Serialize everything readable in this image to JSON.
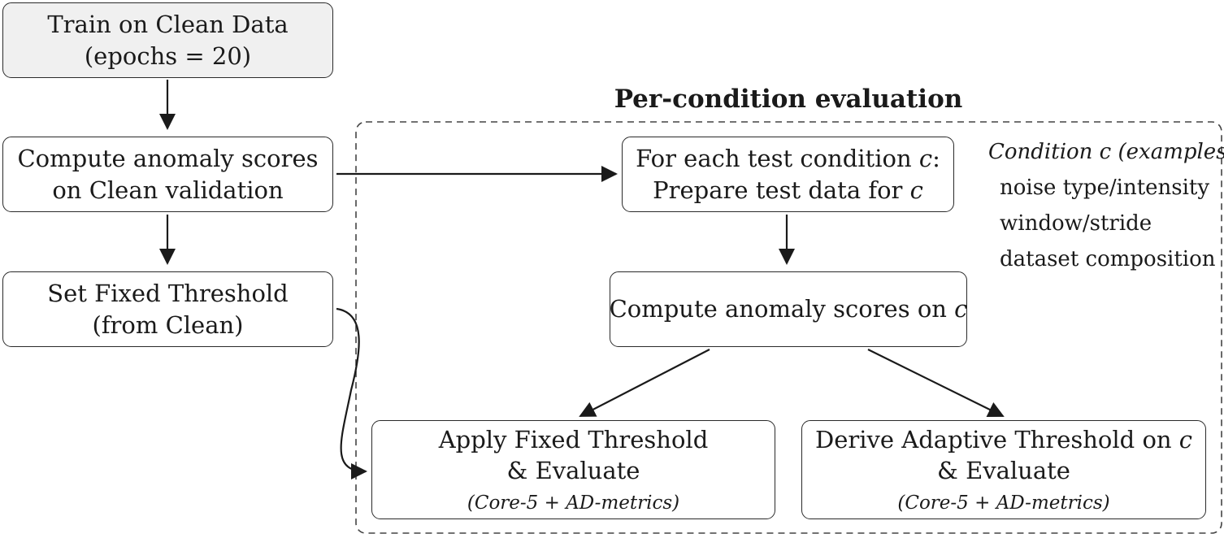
{
  "nodes": {
    "train": {
      "line1": "Train on Clean Data",
      "line2": "(epochs = 20)"
    },
    "compute_clean": {
      "line1": "Compute anomaly scores",
      "line2": "on Clean validation"
    },
    "set_fixed": {
      "line1": "Set Fixed Threshold",
      "line2": "(from Clean)"
    },
    "for_each": {
      "line1_prefix": "For each test condition ",
      "line1_var": "c",
      "line1_suffix": ":",
      "line2_prefix": "Prepare test data for ",
      "line2_var": "c"
    },
    "compute_c": {
      "prefix": "Compute anomaly scores on ",
      "var": "c"
    },
    "apply_fixed": {
      "line1": "Apply Fixed Threshold",
      "line2": "& Evaluate",
      "metrics": "(Core-5 + AD-metrics)"
    },
    "adaptive": {
      "line1_prefix": "Derive Adaptive Threshold on ",
      "line1_var": "c",
      "line2": "& Evaluate",
      "metrics": "(Core-5 + AD-metrics)"
    }
  },
  "group": {
    "title": "Per-condition evaluation"
  },
  "examples": {
    "heading": "Condition c (examples):",
    "items": [
      "noise type/intensity",
      "window/stride",
      "dataset composition"
    ]
  }
}
